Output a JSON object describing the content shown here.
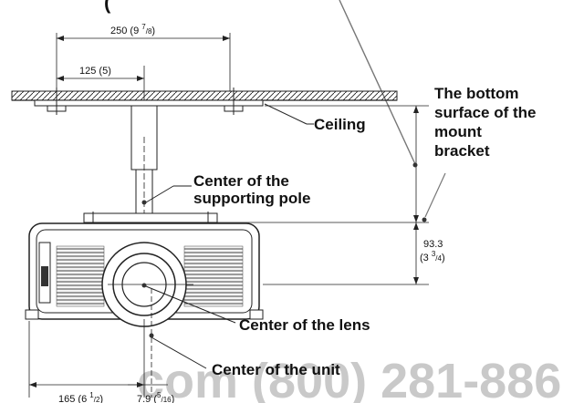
{
  "watermark": "com (800) 281-886",
  "top_fragment": "(",
  "dimensions": {
    "bolt_span": "250 (9 7/8)",
    "bolt_span_main": "250 (9",
    "bolt_span_num": "7",
    "bolt_span_den": "/8",
    "bolt_span_close": ")",
    "pole_offset": "125 (5)",
    "lens_drop": "93.3",
    "lens_drop_in": "(3 3/4)",
    "lens_drop_in_main": "(3",
    "lens_drop_in_num": "3",
    "lens_drop_in_den": "/4",
    "lens_drop_in_close": ")",
    "side_offset": "165 (6 1/2)",
    "side_offset_main": "165 (6",
    "side_offset_num": "1",
    "side_offset_den": "/2",
    "side_offset_close": ")",
    "center_offset": "7.9 (5/16)",
    "center_offset_main": "7.9 (",
    "center_offset_num": "5",
    "center_offset_den": "/16",
    "center_offset_close": ")"
  },
  "labels": {
    "bracket_line1": "The bottom",
    "bracket_line2": "surface of the",
    "bracket_line3": "mount",
    "bracket_line4": "bracket",
    "ceiling": "Ceiling",
    "pole_line1": "Center of the",
    "pole_line2": "supporting pole",
    "lens": "Center of the lens",
    "unit": "Center of the unit"
  }
}
